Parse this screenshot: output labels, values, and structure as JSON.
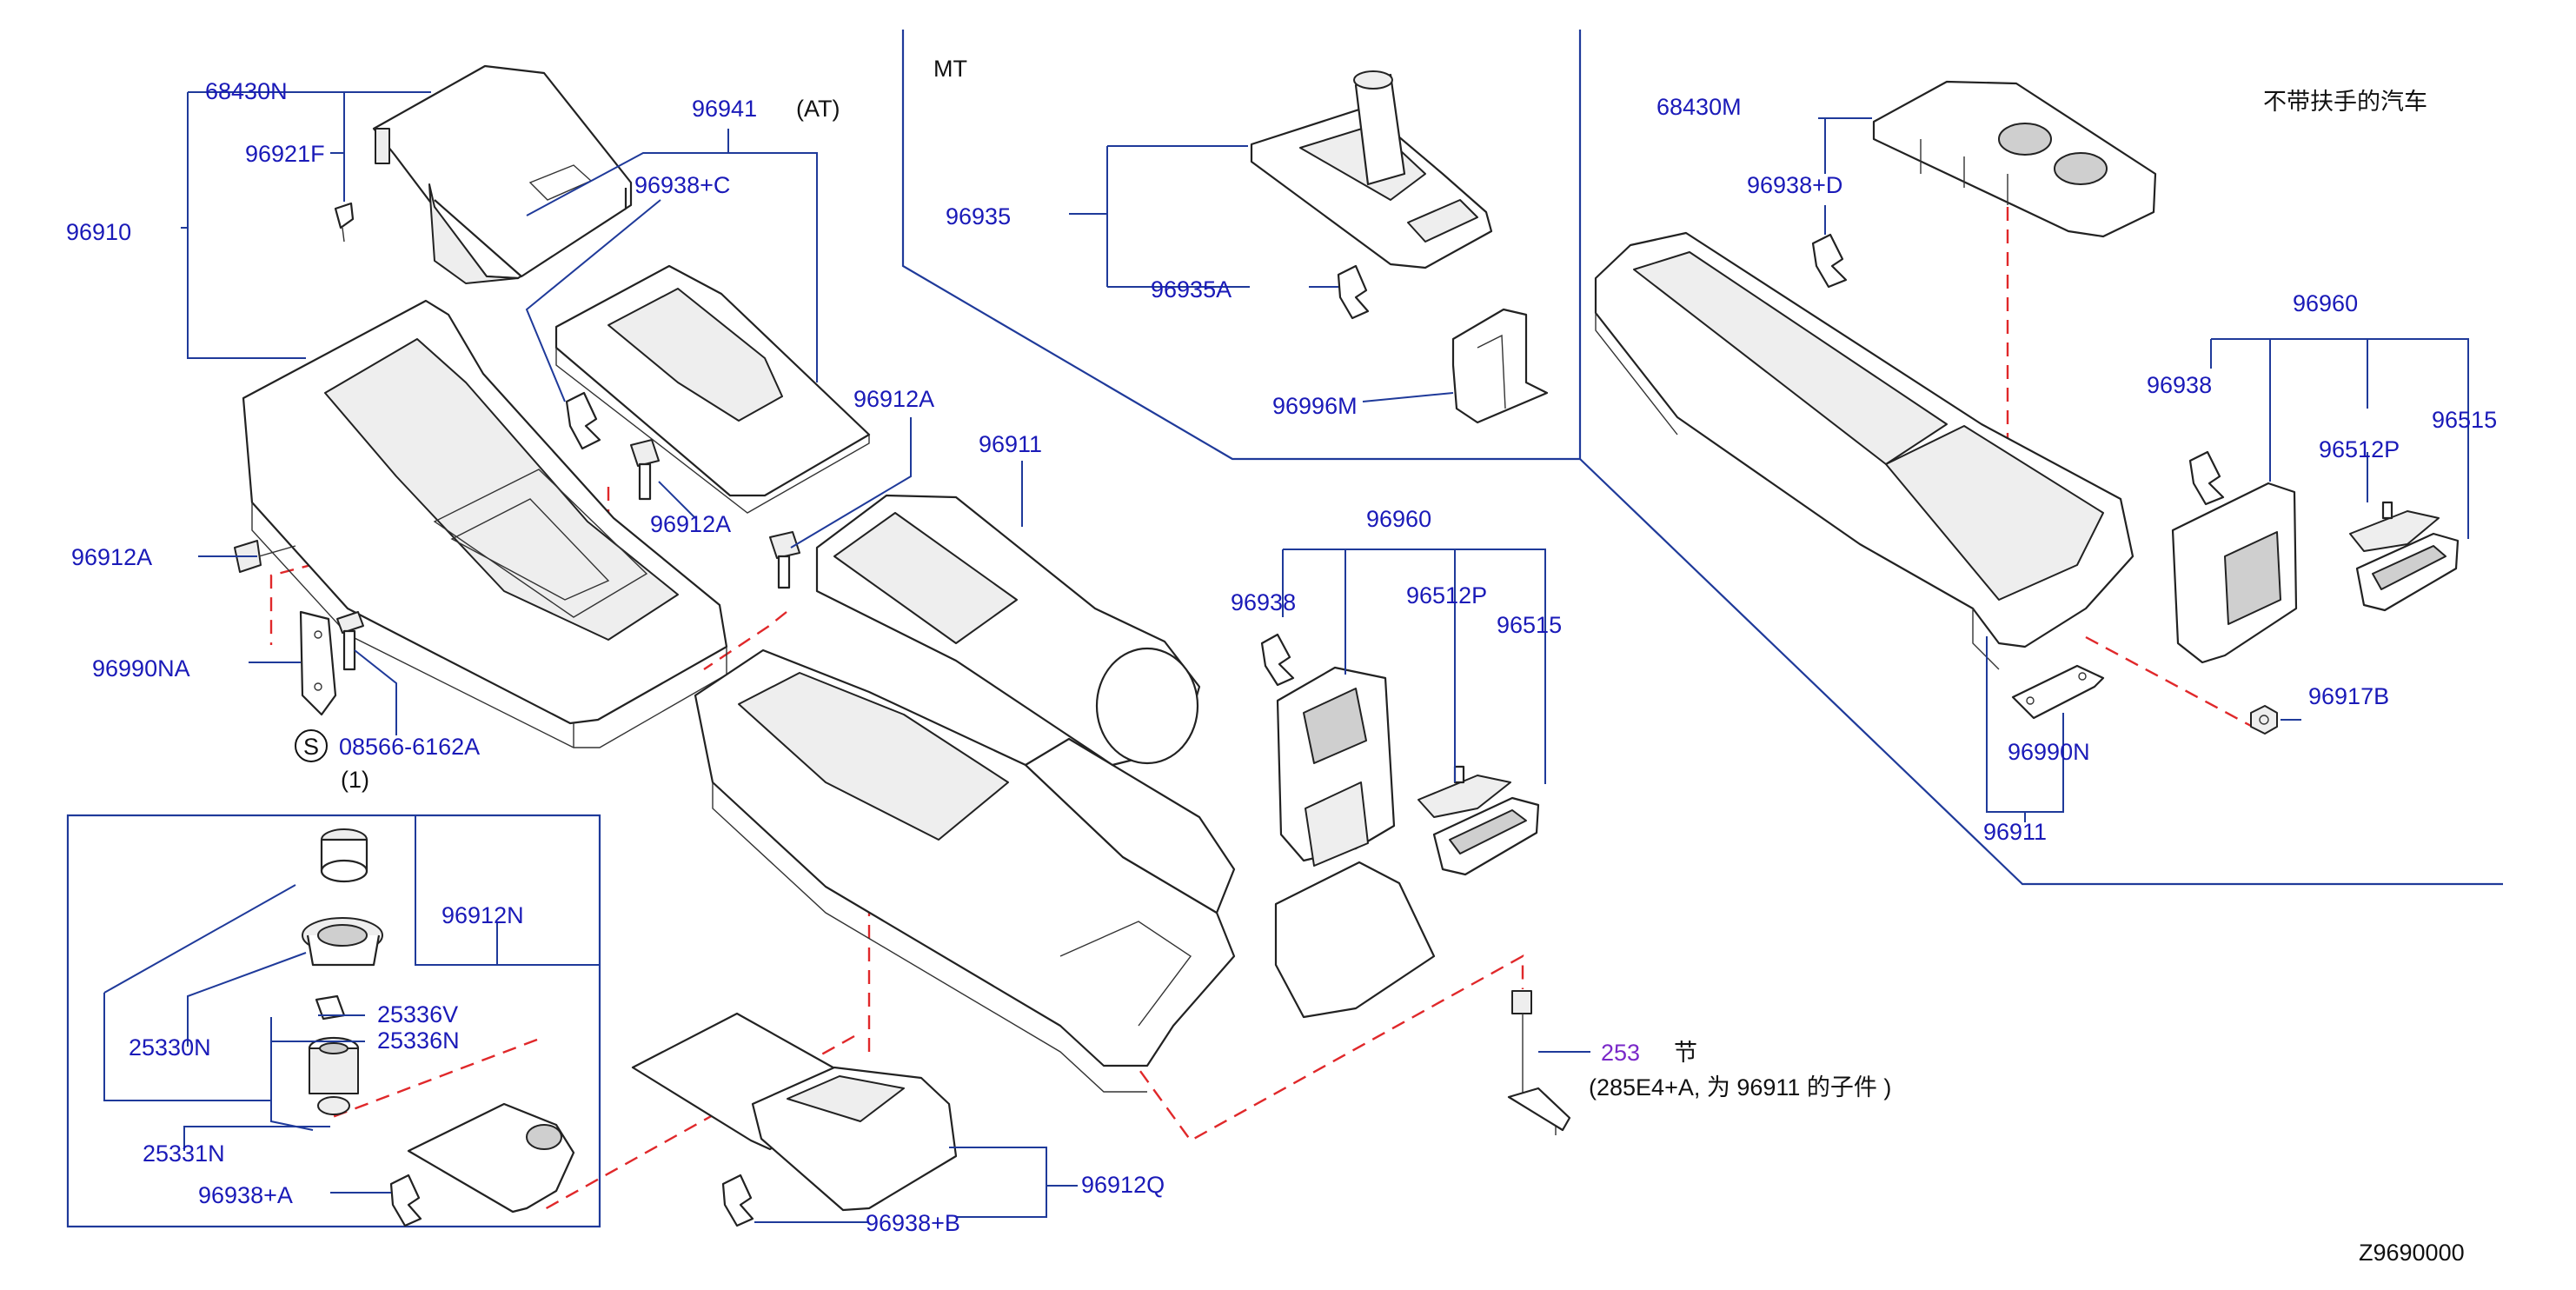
{
  "diagram": {
    "section_labels": {
      "mt": "MT",
      "at": "(AT)",
      "no_armrest": "不带扶手的汽车"
    },
    "labels": {
      "p68430N": "68430N",
      "p96921F": "96921F",
      "p96910": "96910",
      "p96941": "96941",
      "p96938C": "96938+C",
      "p96912A_top": "96912A",
      "p96912A_mid": "96912A",
      "p96912A_left": "96912A",
      "p96990NA": "96990NA",
      "s_mark": "S",
      "p08566": "08566-6162A",
      "qty": "(1)",
      "p96911_center": "96911",
      "p96935": "96935",
      "p96935A": "96935A",
      "p96996M": "96996M",
      "p96960_mid": "96960",
      "p96938_mid": "96938",
      "p96512P_mid": "96512P",
      "p96515_mid": "96515",
      "p96912N": "96912N",
      "p25336V": "25336V",
      "p25336N": "25336N",
      "p25330N": "25330N",
      "p25331N": "25331N",
      "p96938A": "96938+A",
      "p96938B": "96938+B",
      "p96912Q": "96912Q",
      "ref253": "253",
      "ref253_suffix": "节",
      "ref_note": "(285E4+A,   为 96911   的子件 )",
      "p68430M": "68430M",
      "p96938D": "96938+D",
      "p96960_right": "96960",
      "p96938_right": "96938",
      "p96512P_right": "96512P",
      "p96515_right": "96515",
      "p96917B": "96917B",
      "p96990N": "96990N",
      "p96911_right": "96911",
      "diagram_code": "Z9690000"
    },
    "icons": [
      "console-box-icon",
      "lid-icon",
      "finisher-icon",
      "shift-boot-icon",
      "clip-icon",
      "bracket-icon",
      "screw-icon",
      "bolt-icon",
      "armrest-icon",
      "ashtray-icon",
      "cup-holder-icon",
      "lighter-icon",
      "socket-icon",
      "harness-icon",
      "nut-icon",
      "floor-mat-icon"
    ]
  }
}
